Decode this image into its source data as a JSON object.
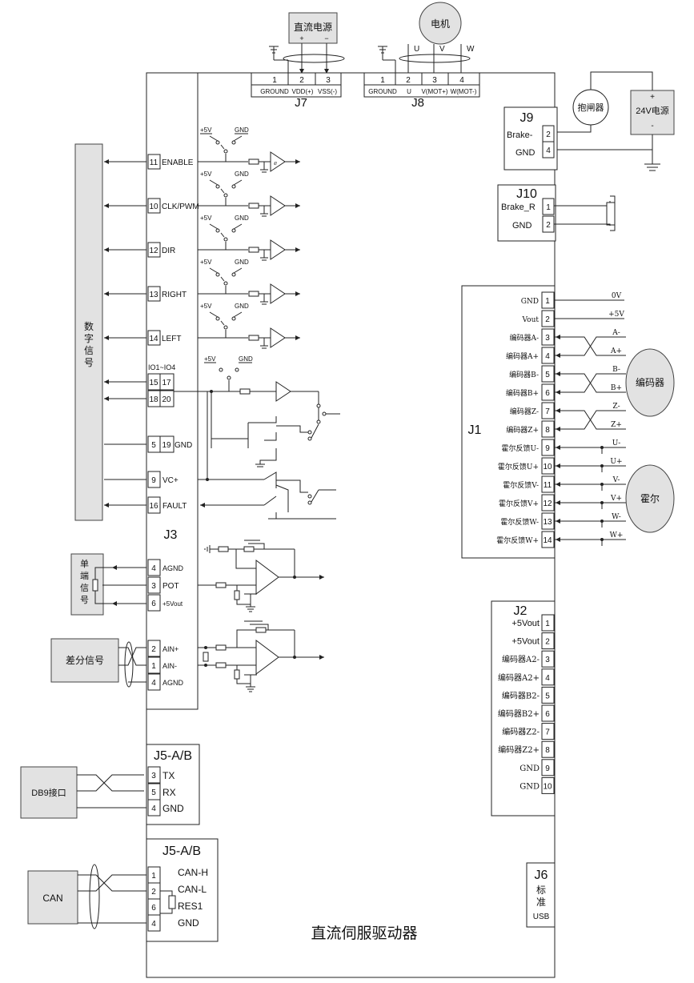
{
  "driver": {
    "title": "直流伺服驱动器"
  },
  "power": {
    "label": "直流电源",
    "plus": "+",
    "minus": "−"
  },
  "motor": {
    "label": "电机",
    "u": "U",
    "v": "V",
    "w": "W"
  },
  "j7": {
    "name": "J7",
    "pins": [
      "1",
      "2",
      "3"
    ],
    "labels": [
      "GROUND",
      "VDD(+)",
      "VSS(-)"
    ]
  },
  "j8": {
    "name": "J8",
    "pins": [
      "1",
      "2",
      "3",
      "4"
    ],
    "labels": [
      "GROUND",
      "U",
      "V(MOT+)",
      "W(MOT-)"
    ]
  },
  "brake_device": {
    "label": "抱闸器"
  },
  "psu24": {
    "label": "24V电源",
    "plus": "+",
    "minus": "-"
  },
  "j9": {
    "name": "J9",
    "rows": [
      {
        "label": "Brake-",
        "pin": "2"
      },
      {
        "label": "GND",
        "pin": "4"
      }
    ]
  },
  "j10": {
    "name": "J10",
    "rows": [
      {
        "label": "Brake_R",
        "pin": "1"
      },
      {
        "label": "GND",
        "pin": "2"
      }
    ]
  },
  "digital": {
    "label_chars": [
      "数",
      "字",
      "信",
      "号"
    ]
  },
  "j3": {
    "name": "J3",
    "vcc": "+5V",
    "gnd": "GND",
    "io_group": "IO1~IO4",
    "inputs": [
      {
        "pin": "11",
        "label": "ENABLE"
      },
      {
        "pin": "10",
        "label": "CLK/PWM"
      },
      {
        "pin": "12",
        "label": "DIR"
      },
      {
        "pin": "13",
        "label": "RIGHT"
      },
      {
        "pin": "14",
        "label": "LEFT"
      }
    ],
    "io_pins": [
      "15",
      "17",
      "18",
      "20"
    ],
    "gnd_row": {
      "pins": [
        "5",
        "19"
      ],
      "label": "GND"
    },
    "vc_row": {
      "pin": "9",
      "label": "VC+"
    },
    "fault_row": {
      "pin": "16",
      "label": "FAULT"
    },
    "analog_rows": [
      {
        "pin": "4",
        "label": "AGND"
      },
      {
        "pin": "3",
        "label": "POT"
      },
      {
        "pin": "6",
        "label": "+5Vout"
      }
    ],
    "diff_rows": [
      {
        "pin": "2",
        "label": "AIN+"
      },
      {
        "pin": "1",
        "label": "AIN-"
      },
      {
        "pin": "4",
        "label": "AGND"
      }
    ]
  },
  "single_end": {
    "label_chars": [
      "单",
      "端",
      "信",
      "号"
    ]
  },
  "diff_signal": {
    "label": "差分信号"
  },
  "j1": {
    "name": "J1",
    "rows": [
      {
        "label": "GND",
        "pin": "1",
        "wire": "0V"
      },
      {
        "label": "Vout",
        "pin": "2",
        "wire": "+5V"
      },
      {
        "label": "编码器A-",
        "pin": "3",
        "wire": "A-"
      },
      {
        "label": "编码器A+",
        "pin": "4",
        "wire": "A+"
      },
      {
        "label": "编码器B-",
        "pin": "5",
        "wire": "B-"
      },
      {
        "label": "编码器B+",
        "pin": "6",
        "wire": "B+"
      },
      {
        "label": "编码器Z-",
        "pin": "7",
        "wire": "Z-"
      },
      {
        "label": "编码器Z+",
        "pin": "8",
        "wire": "Z+"
      },
      {
        "label": "霍尔反馈U-",
        "pin": "9",
        "wire": "U-"
      },
      {
        "label": "霍尔反馈U+",
        "pin": "10",
        "wire": "U+"
      },
      {
        "label": "霍尔反馈V-",
        "pin": "11",
        "wire": "V-"
      },
      {
        "label": "霍尔反馈V+",
        "pin": "12",
        "wire": "V+"
      },
      {
        "label": "霍尔反馈W-",
        "pin": "13",
        "wire": "W-"
      },
      {
        "label": "霍尔反馈W+",
        "pin": "14",
        "wire": "W+"
      }
    ]
  },
  "encoder": {
    "label": "编码器"
  },
  "hall": {
    "label": "霍尔"
  },
  "j2": {
    "name": "J2",
    "rows": [
      {
        "label": "+5Vout",
        "pin": "1"
      },
      {
        "label": "+5Vout",
        "pin": "2"
      },
      {
        "label": "编码器A2-",
        "pin": "3"
      },
      {
        "label": "编码器A2+",
        "pin": "4"
      },
      {
        "label": "编码器B2-",
        "pin": "5"
      },
      {
        "label": "编码器B2+",
        "pin": "6"
      },
      {
        "label": "编码器Z2-",
        "pin": "7"
      },
      {
        "label": "编码器Z2+",
        "pin": "8"
      },
      {
        "label": "GND",
        "pin": "9"
      },
      {
        "label": "GND",
        "pin": "10"
      }
    ]
  },
  "j5a": {
    "name": "J5-A/B",
    "rows": [
      {
        "pin": "3",
        "label": "TX"
      },
      {
        "pin": "5",
        "label": "RX"
      },
      {
        "pin": "4",
        "label": "GND"
      }
    ]
  },
  "db9": {
    "label": "DB9接口"
  },
  "j5b": {
    "name": "J5-A/B",
    "rows": [
      {
        "pin": "1",
        "label": "CAN-H"
      },
      {
        "pin": "2",
        "label": "CAN-L"
      },
      {
        "pin": "6",
        "label": "RES1"
      },
      {
        "pin": "4",
        "label": "GND"
      }
    ]
  },
  "can": {
    "label": "CAN"
  },
  "j6": {
    "name": "J6",
    "label_chars": [
      "标",
      "准",
      "USB"
    ]
  }
}
